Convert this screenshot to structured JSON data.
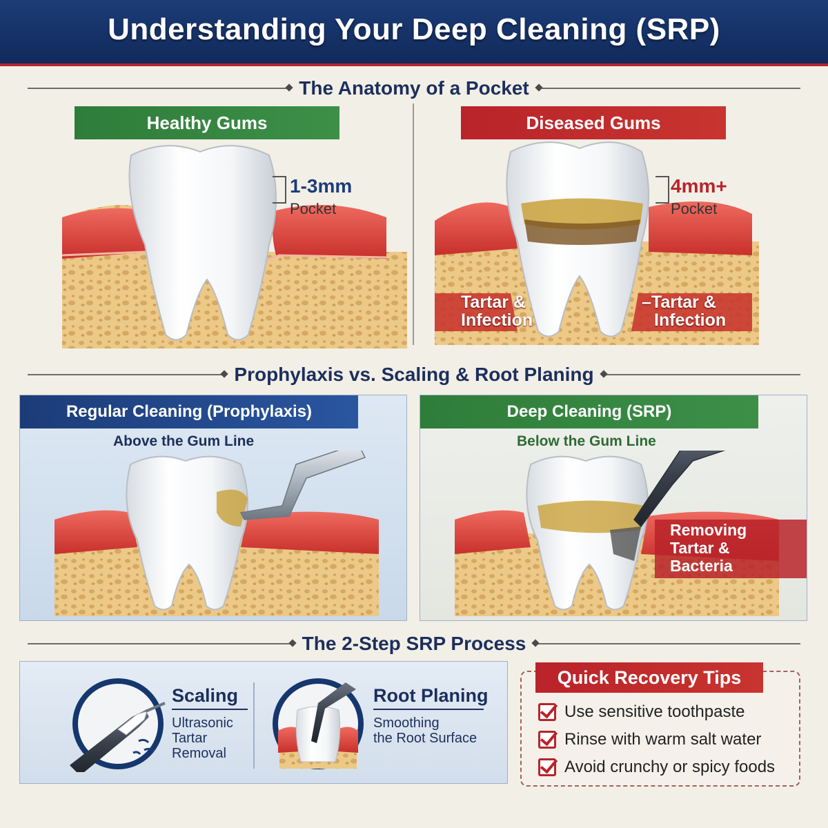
{
  "title": "Understanding Your Deep Cleaning (SRP)",
  "colors": {
    "navy": "#163468",
    "red": "#b9232a",
    "green": "#2e7d3a",
    "gum": "#d9443f",
    "bone": "#ecc987",
    "tartar": "#c9a13a"
  },
  "section1": {
    "heading": "The Anatomy of a Pocket",
    "healthy": {
      "label": "Healthy Gums",
      "depth": "1-3mm",
      "depth_caption": "Pocket"
    },
    "diseased": {
      "label": "Diseased Gums",
      "depth": "4mm+",
      "depth_caption": "Pocket",
      "left_callout": [
        "Tartar &",
        "Infection"
      ],
      "right_callout": [
        "–Tartar &",
        "Infection"
      ]
    }
  },
  "section2": {
    "heading": "Prophylaxis vs. Scaling & Root Planing",
    "regular": {
      "label": "Regular Cleaning (Prophylaxis)",
      "sub": "Above the Gum Line"
    },
    "deep": {
      "label": "Deep Cleaning (SRP)",
      "sub": "Below the Gum Line",
      "callout": [
        "Removing",
        "Tartar &",
        "Bacteria"
      ]
    }
  },
  "section3": {
    "heading": "The 2-Step SRP Process",
    "steps": [
      {
        "title": "Scaling",
        "desc": [
          "Ultrasonic",
          "Tartar",
          "Removal"
        ],
        "icon": "ultrasonic-scaler-icon"
      },
      {
        "title": "Root Planing",
        "desc": [
          "Smoothing",
          "the Root Surface"
        ],
        "icon": "root-planing-icon"
      }
    ],
    "tips": {
      "title": "Quick Recovery Tips",
      "items": [
        "Use sensitive toothpaste",
        "Rinse with warm salt water",
        "Avoid crunchy or spicy foods"
      ]
    }
  }
}
